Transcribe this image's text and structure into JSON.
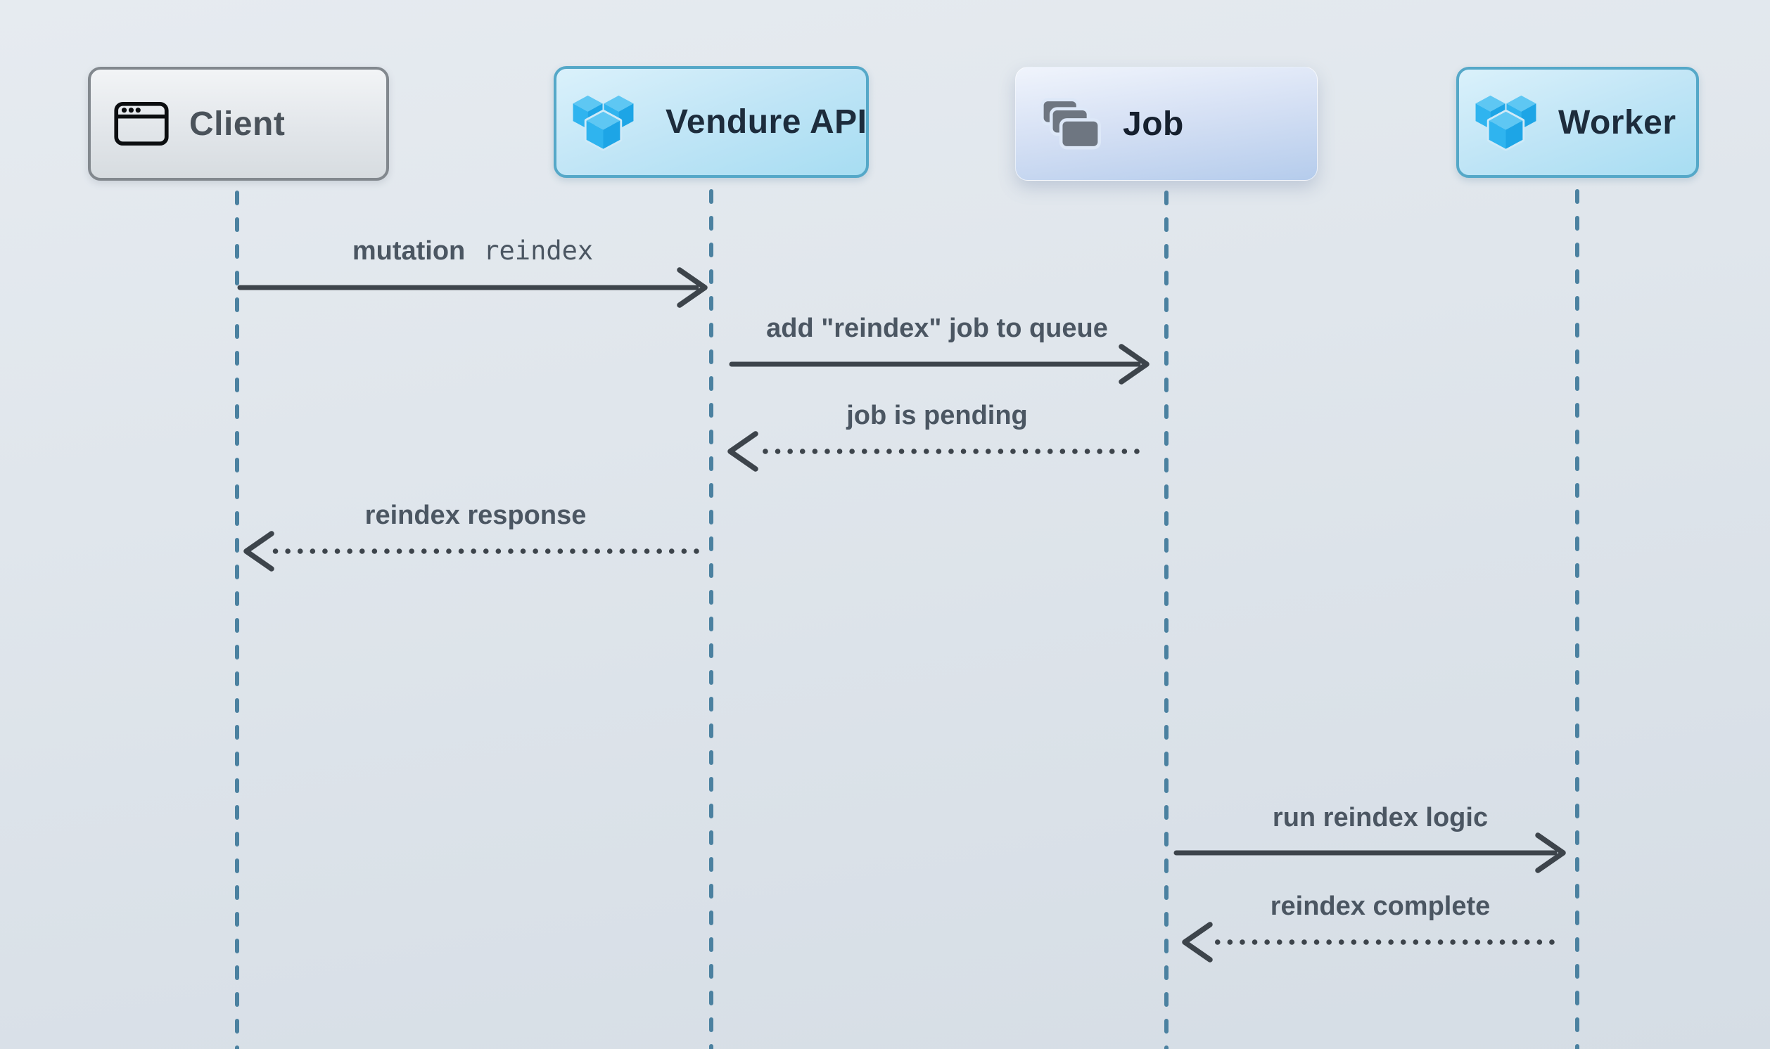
{
  "diagram": {
    "type": "sequence",
    "actors": [
      {
        "id": "client",
        "label": "Client",
        "icon": "browser-window-icon"
      },
      {
        "id": "vendure-api",
        "label": "Vendure API",
        "icon": "vendure-cubes-icon"
      },
      {
        "id": "job",
        "label": "Job",
        "icon": "stacked-cards-icon"
      },
      {
        "id": "worker",
        "label": "Worker",
        "icon": "vendure-cubes-icon"
      }
    ],
    "messages": [
      {
        "from": "client",
        "to": "vendure-api",
        "label": "mutation",
        "code": "reindex",
        "line": "solid"
      },
      {
        "from": "vendure-api",
        "to": "job",
        "label": "add \"reindex\" job to queue",
        "line": "solid"
      },
      {
        "from": "job",
        "to": "vendure-api",
        "label": "job is pending",
        "line": "dotted"
      },
      {
        "from": "vendure-api",
        "to": "client",
        "label": "reindex response",
        "line": "dotted"
      },
      {
        "from": "job",
        "to": "worker",
        "label": "run reindex logic",
        "line": "solid"
      },
      {
        "from": "worker",
        "to": "job",
        "label": "reindex complete",
        "line": "dotted"
      }
    ],
    "colors": {
      "background_top": "#e6ebf0",
      "background_bottom": "#d5dde5",
      "client_fill": "#e9edf0",
      "client_border": "#82888e",
      "vendure_fill": "#c0e5f6",
      "vendure_border": "#55a8c8",
      "job_fill": "#cddcf3",
      "lifeline": "#4b81a0",
      "arrow": "#3d444b",
      "message_text": "#4b5662",
      "actor_text_dark": "#1d2c3c",
      "client_text": "#4a525a",
      "vendure_logo_blue": "#2fb4ef",
      "job_icon_gray": "#6e7681"
    }
  }
}
